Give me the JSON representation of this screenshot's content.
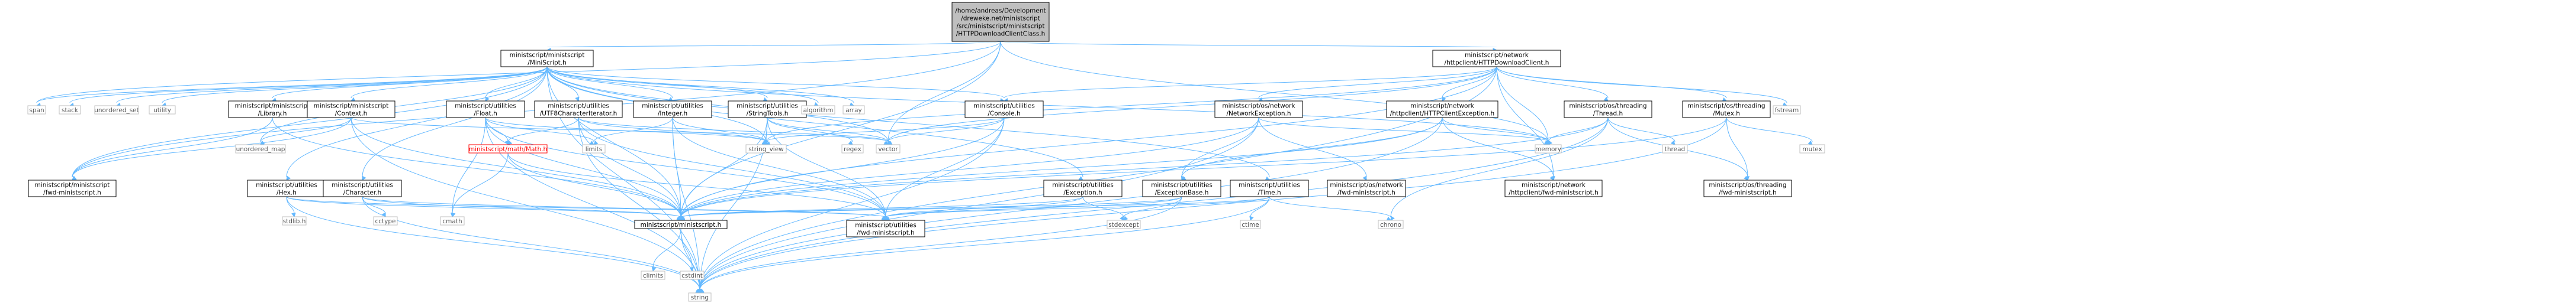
{
  "colors": {
    "edge": "#63b8ff",
    "root_fill": "#bfbfbf",
    "node_stroke": "#000000",
    "external_stroke": "#bfbfbf",
    "external_text": "#555555",
    "missing_stroke": "#ff0000",
    "missing_text": "#ff0000"
  },
  "nodes": [
    {
      "id": "root",
      "kind": "root",
      "lines": [
        "/home/andreas/Development",
        "/dreweke.net/ministscript",
        "/src/ministscript/ministscript",
        "/HTTPDownloadClientClass.h"
      ]
    },
    {
      "id": "ms",
      "kind": "node",
      "lines": [
        "ministscript/ministscript",
        "/MiniScript.h"
      ]
    },
    {
      "id": "nd",
      "kind": "node",
      "lines": [
        "ministscript/network",
        "/httpclient/HTTPDownloadClient.h"
      ]
    },
    {
      "id": "span",
      "kind": "external",
      "lines": [
        "span"
      ]
    },
    {
      "id": "stack",
      "kind": "external",
      "lines": [
        "stack"
      ]
    },
    {
      "id": "unordered_set",
      "kind": "external",
      "lines": [
        "unordered_set"
      ]
    },
    {
      "id": "utility",
      "kind": "external",
      "lines": [
        "utility"
      ]
    },
    {
      "id": "library",
      "kind": "node",
      "lines": [
        "ministscript/ministscript",
        "/Library.h"
      ]
    },
    {
      "id": "context",
      "kind": "node",
      "lines": [
        "ministscript/ministscript",
        "/Context.h"
      ]
    },
    {
      "id": "hex",
      "kind": "node",
      "lines": [
        "ministscript/utilities",
        "/Hex.h"
      ]
    },
    {
      "id": "character",
      "kind": "node",
      "lines": [
        "ministscript/utilities",
        "/Character.h"
      ]
    },
    {
      "id": "float",
      "kind": "node",
      "lines": [
        "ministscript/utilities",
        "/Float.h"
      ]
    },
    {
      "id": "utf8",
      "kind": "node",
      "lines": [
        "ministscript/utilities",
        "/UTF8CharacterIterator.h"
      ]
    },
    {
      "id": "integer",
      "kind": "node",
      "lines": [
        "ministscript/utilities",
        "/Integer.h"
      ]
    },
    {
      "id": "stringtools",
      "kind": "node",
      "lines": [
        "ministscript/utilities",
        "/StringTools.h"
      ]
    },
    {
      "id": "algorithm",
      "kind": "external",
      "lines": [
        "algorithm"
      ]
    },
    {
      "id": "array",
      "kind": "external",
      "lines": [
        "array"
      ]
    },
    {
      "id": "console",
      "kind": "node",
      "lines": [
        "ministscript/utilities",
        "/Console.h"
      ]
    },
    {
      "id": "exception",
      "kind": "node",
      "lines": [
        "ministscript/utilities",
        "/Exception.h"
      ]
    },
    {
      "id": "netexc",
      "kind": "node",
      "lines": [
        "ministscript/os/network",
        "/NetworkException.h"
      ]
    },
    {
      "id": "httpexc",
      "kind": "node",
      "lines": [
        "ministscript/network",
        "/httpclient/HTTPClientException.h"
      ]
    },
    {
      "id": "thread",
      "kind": "node",
      "lines": [
        "ministscript/os/threading",
        "/Thread.h"
      ]
    },
    {
      "id": "mutex_h",
      "kind": "node",
      "lines": [
        "ministscript/os/threading",
        "/Mutex.h"
      ]
    },
    {
      "id": "fstream",
      "kind": "external",
      "lines": [
        "fstream"
      ]
    },
    {
      "id": "fwd_msms",
      "kind": "node",
      "lines": [
        "ministscript/ministscript",
        "/fwd-ministscript.h"
      ]
    },
    {
      "id": "unordered_map",
      "kind": "external",
      "lines": [
        "unordered_map"
      ]
    },
    {
      "id": "math",
      "kind": "missing",
      "lines": [
        "ministscript/math/Math.h"
      ]
    },
    {
      "id": "limits",
      "kind": "external",
      "lines": [
        "limits"
      ]
    },
    {
      "id": "string_view",
      "kind": "external",
      "lines": [
        "string_view"
      ]
    },
    {
      "id": "regex",
      "kind": "external",
      "lines": [
        "regex"
      ]
    },
    {
      "id": "vector",
      "kind": "external",
      "lines": [
        "vector"
      ]
    },
    {
      "id": "excbase",
      "kind": "node",
      "lines": [
        "ministscript/utilities",
        "/ExceptionBase.h"
      ]
    },
    {
      "id": "time",
      "kind": "node",
      "lines": [
        "ministscript/utilities",
        "/Time.h"
      ]
    },
    {
      "id": "fwd_osnet",
      "kind": "node",
      "lines": [
        "ministscript/os/network",
        "/fwd-ministscript.h"
      ]
    },
    {
      "id": "memory",
      "kind": "external",
      "lines": [
        "memory"
      ]
    },
    {
      "id": "fwd_http",
      "kind": "node",
      "lines": [
        "ministscript/network",
        "/httpclient/fwd-ministscript.h"
      ]
    },
    {
      "id": "thread_std",
      "kind": "external",
      "lines": [
        "thread"
      ]
    },
    {
      "id": "fwd_thr",
      "kind": "node",
      "lines": [
        "ministscript/os/threading",
        "/fwd-ministscript.h"
      ]
    },
    {
      "id": "mutex_std",
      "kind": "external",
      "lines": [
        "mutex"
      ]
    },
    {
      "id": "stdlib",
      "kind": "external",
      "lines": [
        "stdlib.h"
      ]
    },
    {
      "id": "cctype",
      "kind": "external",
      "lines": [
        "cctype"
      ]
    },
    {
      "id": "cmath",
      "kind": "external",
      "lines": [
        "cmath"
      ]
    },
    {
      "id": "ms_h",
      "kind": "node",
      "lines": [
        "ministscript/ministscript.h"
      ]
    },
    {
      "id": "fwd_util",
      "kind": "node",
      "lines": [
        "ministscript/utilities",
        "/fwd-ministscript.h"
      ]
    },
    {
      "id": "stdexcept",
      "kind": "external",
      "lines": [
        "stdexcept"
      ]
    },
    {
      "id": "ctime",
      "kind": "external",
      "lines": [
        "ctime"
      ]
    },
    {
      "id": "chrono",
      "kind": "external",
      "lines": [
        "chrono"
      ]
    },
    {
      "id": "climits",
      "kind": "external",
      "lines": [
        "climits"
      ]
    },
    {
      "id": "cstdint",
      "kind": "external",
      "lines": [
        "cstdint"
      ]
    },
    {
      "id": "string",
      "kind": "external",
      "lines": [
        "string"
      ]
    }
  ],
  "edges": [
    [
      "root",
      "ms"
    ],
    [
      "root",
      "nd"
    ],
    [
      "root",
      "span"
    ],
    [
      "root",
      "vector"
    ],
    [
      "root",
      "memory"
    ],
    [
      "root",
      "fwd_msms"
    ],
    [
      "root",
      "ms_h"
    ],
    [
      "ms",
      "span"
    ],
    [
      "ms",
      "stack"
    ],
    [
      "ms",
      "unordered_set"
    ],
    [
      "ms",
      "utility"
    ],
    [
      "ms",
      "library"
    ],
    [
      "ms",
      "context"
    ],
    [
      "ms",
      "hex"
    ],
    [
      "ms",
      "character"
    ],
    [
      "ms",
      "float"
    ],
    [
      "ms",
      "utf8"
    ],
    [
      "ms",
      "integer"
    ],
    [
      "ms",
      "stringtools"
    ],
    [
      "ms",
      "algorithm"
    ],
    [
      "ms",
      "array"
    ],
    [
      "ms",
      "console"
    ],
    [
      "ms",
      "exception"
    ],
    [
      "ms",
      "time"
    ],
    [
      "ms",
      "fwd_msms"
    ],
    [
      "ms",
      "unordered_map"
    ],
    [
      "ms",
      "string_view"
    ],
    [
      "ms",
      "vector"
    ],
    [
      "ms",
      "memory"
    ],
    [
      "ms",
      "ms_h"
    ],
    [
      "ms",
      "string"
    ],
    [
      "nd",
      "netexc"
    ],
    [
      "nd",
      "httpexc"
    ],
    [
      "nd",
      "thread"
    ],
    [
      "nd",
      "mutex_h"
    ],
    [
      "nd",
      "fstream"
    ],
    [
      "nd",
      "vector"
    ],
    [
      "nd",
      "memory"
    ],
    [
      "nd",
      "fwd_http"
    ],
    [
      "nd",
      "ms_h"
    ],
    [
      "nd",
      "string"
    ],
    [
      "nd",
      "console"
    ],
    [
      "nd",
      "string_view"
    ],
    [
      "library",
      "fwd_msms"
    ],
    [
      "library",
      "ms_h"
    ],
    [
      "context",
      "fwd_msms"
    ],
    [
      "context",
      "unordered_map"
    ],
    [
      "context",
      "vector"
    ],
    [
      "context",
      "ms_h"
    ],
    [
      "context",
      "string"
    ],
    [
      "hex",
      "stdlib"
    ],
    [
      "hex",
      "ms_h"
    ],
    [
      "hex",
      "fwd_util"
    ],
    [
      "hex",
      "string"
    ],
    [
      "character",
      "cctype"
    ],
    [
      "character",
      "ms_h"
    ],
    [
      "character",
      "fwd_util"
    ],
    [
      "character",
      "string"
    ],
    [
      "float",
      "math"
    ],
    [
      "float",
      "limits"
    ],
    [
      "float",
      "cmath"
    ],
    [
      "float",
      "ms_h"
    ],
    [
      "float",
      "fwd_util"
    ],
    [
      "float",
      "string"
    ],
    [
      "float",
      "string_view"
    ],
    [
      "utf8",
      "math"
    ],
    [
      "utf8",
      "string_view"
    ],
    [
      "utf8",
      "vector"
    ],
    [
      "utf8",
      "ms_h"
    ],
    [
      "utf8",
      "fwd_util"
    ],
    [
      "utf8",
      "string"
    ],
    [
      "integer",
      "limits"
    ],
    [
      "integer",
      "string_view"
    ],
    [
      "integer",
      "ms_h"
    ],
    [
      "integer",
      "fwd_util"
    ],
    [
      "integer",
      "string"
    ],
    [
      "stringtools",
      "regex"
    ],
    [
      "stringtools",
      "string_view"
    ],
    [
      "stringtools",
      "vector"
    ],
    [
      "stringtools",
      "ms_h"
    ],
    [
      "stringtools",
      "fwd_util"
    ],
    [
      "stringtools",
      "string"
    ],
    [
      "console",
      "string_view"
    ],
    [
      "console",
      "vector"
    ],
    [
      "console",
      "ms_h"
    ],
    [
      "console",
      "fwd_util"
    ],
    [
      "console",
      "string"
    ],
    [
      "exception",
      "stdexcept"
    ],
    [
      "exception",
      "ms_h"
    ],
    [
      "exception",
      "fwd_util"
    ],
    [
      "netexc",
      "excbase"
    ],
    [
      "netexc",
      "fwd_osnet"
    ],
    [
      "netexc",
      "ms_h"
    ],
    [
      "netexc",
      "string"
    ],
    [
      "netexc",
      "memory"
    ],
    [
      "httpexc",
      "excbase"
    ],
    [
      "httpexc",
      "fwd_http"
    ],
    [
      "httpexc",
      "ms_h"
    ],
    [
      "httpexc",
      "string"
    ],
    [
      "httpexc",
      "memory"
    ],
    [
      "thread",
      "thread_std"
    ],
    [
      "thread",
      "fwd_thr"
    ],
    [
      "thread",
      "ms_h"
    ],
    [
      "thread",
      "string"
    ],
    [
      "thread",
      "memory"
    ],
    [
      "thread",
      "chrono"
    ],
    [
      "mutex_h",
      "mutex_std"
    ],
    [
      "mutex_h",
      "fwd_thr"
    ],
    [
      "mutex_h",
      "ms_h"
    ],
    [
      "mutex_h",
      "string"
    ],
    [
      "math",
      "cmath"
    ],
    [
      "math",
      "ms_h"
    ],
    [
      "math",
      "fwd_util"
    ],
    [
      "excbase",
      "stdexcept"
    ],
    [
      "excbase",
      "ms_h"
    ],
    [
      "excbase",
      "fwd_util"
    ],
    [
      "excbase",
      "string"
    ],
    [
      "time",
      "ctime"
    ],
    [
      "time",
      "chrono"
    ],
    [
      "time",
      "ms_h"
    ],
    [
      "time",
      "fwd_util"
    ],
    [
      "time",
      "string"
    ],
    [
      "ms_h",
      "climits"
    ],
    [
      "ms_h",
      "cstdint"
    ],
    [
      "ms_h",
      "string"
    ]
  ]
}
